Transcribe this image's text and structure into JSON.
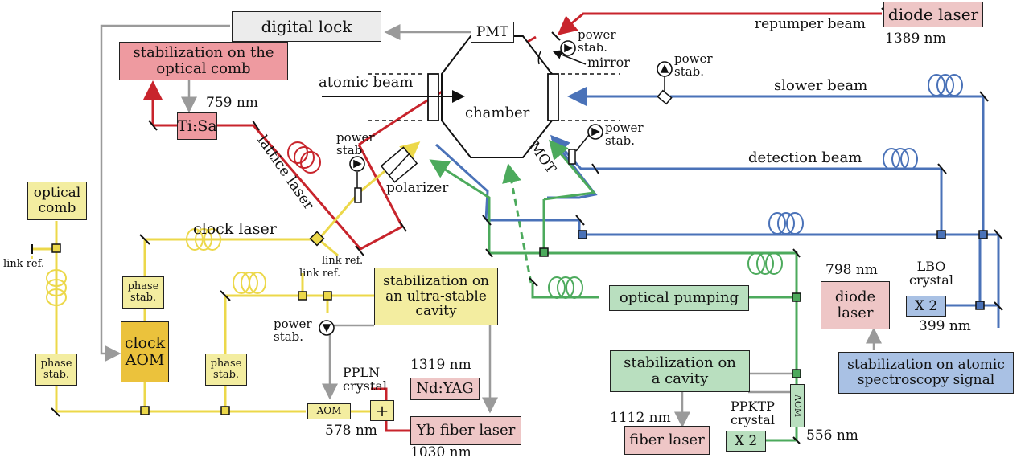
{
  "boxes": {
    "digital_lock": "digital lock",
    "pmt": "PMT",
    "diode_1389": "diode laser",
    "stab_comb": "stabilization on the\noptical comb",
    "tisa": "Ti:Sa",
    "optical_comb": "optical\ncomb",
    "phase_stab_1": "phase\nstab.",
    "clock_aom": "clock\nAOM",
    "phase_stab_2": "phase\nstab.",
    "phase_stab_3": "phase\nstab.",
    "stab_cavity": "stabilization on\nan ultra-stable\ncavity",
    "aom_578": "AOM",
    "ndyag": "Nd:YAG",
    "yb_fiber": "Yb fiber laser",
    "optical_pumping": "optical pumping",
    "stab_cavity_green": "stabilization on\na cavity",
    "aom_556": "AOM",
    "fiber_laser": "fiber laser",
    "x2_ppktp": "X 2",
    "diode_798": "diode\nlaser",
    "x2_lbo": "X 2",
    "stab_atomic": "stabilization on atomic\nspectroscopy signal"
  },
  "labels": {
    "repumper_beam": "repumper beam",
    "nm_1389": "1389 nm",
    "power_stab_mirror": "power\nstab.",
    "mirror": "mirror",
    "atomic_beam": "atomic beam",
    "chamber": "chamber",
    "power_stab_slower": "power\nstab.",
    "slower_beam": "slower beam",
    "nm_759": "759 nm",
    "lattice_laser": "lattice laser",
    "power_stab_lattice": "power\nstab.",
    "polarizer": "polarizer",
    "power_stab_detection": "power\nstab.",
    "mot": "MOT",
    "detection_beam": "detection beam",
    "clock_laser": "clock laser",
    "link_ref_left": "link ref.",
    "link_ref_a": "link ref.",
    "link_ref_b": "link ref.",
    "power_stab_clock": "power\nstab.",
    "pplm_crystal": "PPLN\ncrystal",
    "nm_1319": "1319 nm",
    "nm_578": "578 nm",
    "nm_1030": "1030 nm",
    "nm_798": "798 nm",
    "lbo_crystal": "LBO\ncrystal",
    "nm_399": "399 nm",
    "nm_1112": "1112 nm",
    "ppktp_crystal": "PPKTP\ncrystal",
    "nm_556": "556 nm",
    "sum_symbol": "+"
  },
  "colors": {
    "yellow_beam": "#ecd84a",
    "red_beam": "#c8242c",
    "blue_beam": "#4a72b8",
    "green_beam": "#4caa5c",
    "signal_gray": "#9a9a9a"
  }
}
